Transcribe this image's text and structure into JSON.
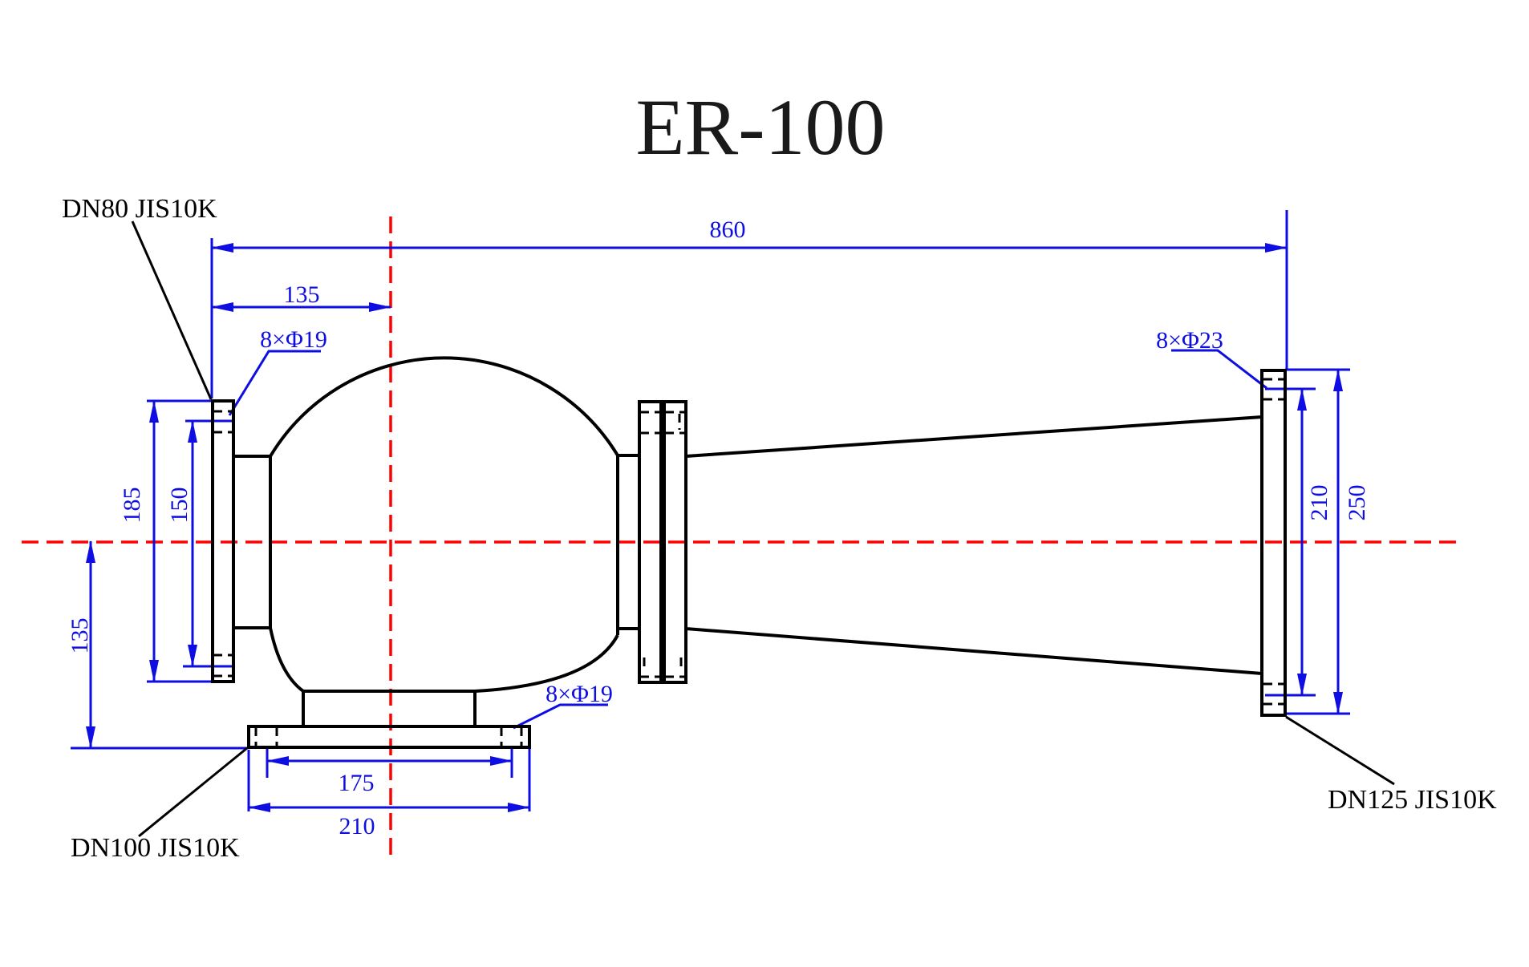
{
  "title": "ER-100",
  "flange_labels": {
    "left": "DN80 JIS10K",
    "bottom": "DN100 JIS10K",
    "right": "DN125 JIS10K"
  },
  "dims": {
    "overall_length": "860",
    "inlet_face_to_center": "135",
    "left_flange_od": "185",
    "left_bolt_circle": "150",
    "center_to_bottom_face": "135",
    "bottom_bolt_circle": "175",
    "bottom_flange_od": "210",
    "right_bolt_circle": "210",
    "right_flange_od": "250",
    "left_bolt_holes": "8×Φ19",
    "bottom_bolt_holes": "8×Φ19",
    "right_bolt_holes": "8×Φ23"
  },
  "colors": {
    "dimension_blue": "#0e0ee2",
    "centerline_red": "#ff0000",
    "outline_black": "#000000",
    "background": "#ffffff"
  }
}
